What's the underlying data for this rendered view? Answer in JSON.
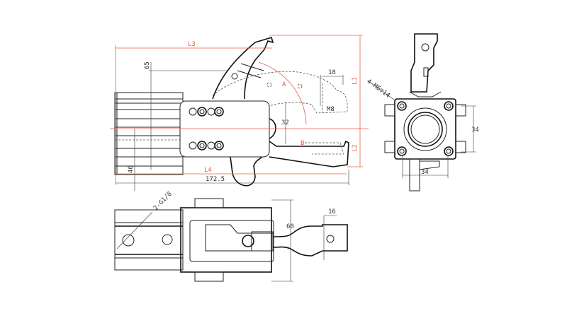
{
  "colors": {
    "line": "#222222",
    "dimension_red": "#e8604a",
    "background": "#ffffff"
  },
  "side_view": {
    "dim_L3": "L3",
    "dim_65": "65",
    "dim_18": "18",
    "dim_L1": "L1",
    "label_A": "A",
    "dim_M8": "M8",
    "dim_32": "32",
    "label_B": "B",
    "dim_L2": "L2",
    "dim_46": "46",
    "dim_L4": "L4",
    "dim_172_5": "172.5"
  },
  "end_view": {
    "thread_note": "4-M6▽14",
    "dim_width": "34",
    "dim_height": "34"
  },
  "top_view": {
    "port_note": "2-G1/8",
    "dim_60": "60",
    "dim_16": "16"
  }
}
